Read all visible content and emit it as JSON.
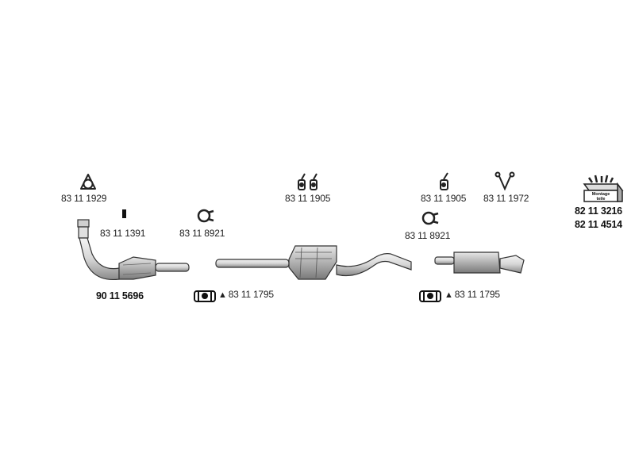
{
  "parts": {
    "ring_gasket": "83 11 1929",
    "bolt": "83 11 1391",
    "clamp_ring_front": "83 11 8921",
    "rubber_mounts_middle": "83 11 1905",
    "rubber_mount_rear": "83 11 1905",
    "hanger_rear": "83 11 1972",
    "clamp_ring_rear": "83 11 8921",
    "catalytic_converter": "90 11 5696",
    "pipe_clamp_front": "83 11 1795",
    "pipe_clamp_rear": "83 11 1795",
    "mounting_kit_1": "82 11 3216",
    "mounting_kit_2": "82 11 4514"
  },
  "mounting_kit_box_text": [
    "Montage",
    "teile"
  ],
  "warning_symbol": "▲"
}
